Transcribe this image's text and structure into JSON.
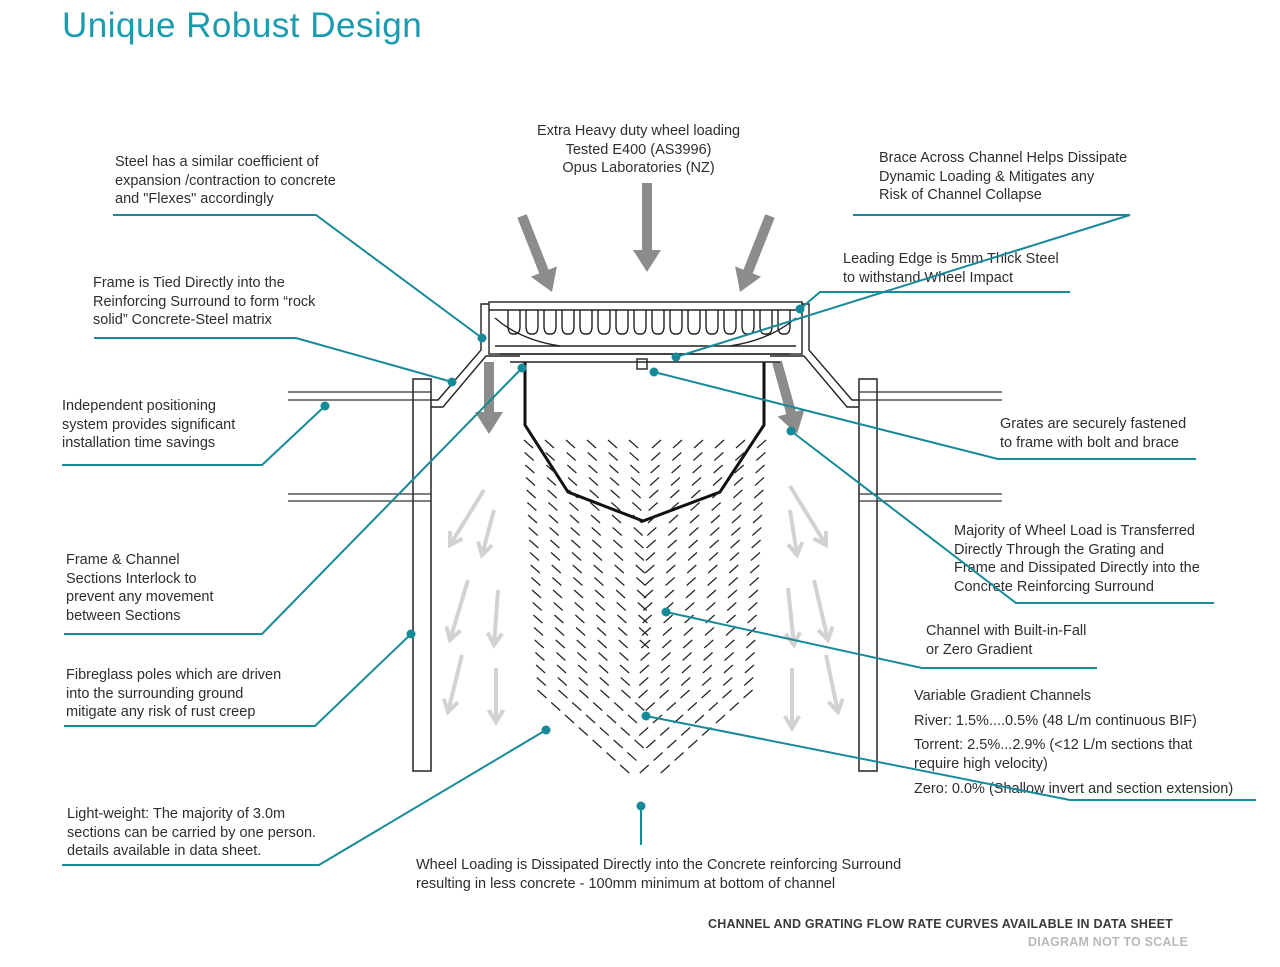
{
  "title": "Unique Robust Design",
  "labels": {
    "wheel_loading": [
      "Extra Heavy duty wheel loading",
      "Tested E400 (AS3996)",
      "Opus Laboratories (NZ)"
    ],
    "steel_expansion": [
      "Steel has a similar coefficient of",
      "expansion /contraction to concrete",
      "and \"Flexes\" accordingly"
    ],
    "brace": [
      "Brace Across Channel Helps Dissipate",
      "Dynamic Loading & Mitigates any",
      "Risk of Channel Collapse"
    ],
    "leading_edge": [
      "Leading Edge is 5mm Thick Steel",
      "to withstand Wheel Impact"
    ],
    "frame_tied": [
      "Frame is Tied Directly into the",
      "Reinforcing Surround to form “rock",
      "solid” Concrete-Steel matrix"
    ],
    "positioning": [
      "Independent positioning",
      "system provides significant",
      "installation time savings"
    ],
    "grates_fastened": [
      "Grates are securely fastened",
      "to frame with bolt and brace"
    ],
    "wheel_load_transfer": [
      "Majority of Wheel Load is Transferred",
      "Directly Through the Grating and",
      "Frame and Dissipated Directly into the",
      "Concrete Reinforcing Surround"
    ],
    "interlock": [
      "Frame & Channel",
      "Sections  Interlock to",
      "prevent any movement",
      "between Sections"
    ],
    "built_in_fall": [
      "Channel with Built-in-Fall",
      "or Zero Gradient"
    ],
    "fibreglass": [
      "Fibreglass poles which are driven",
      "into the surrounding ground",
      "mitigate any risk of rust creep"
    ],
    "variable_gradient": [
      "Variable Gradient Channels"
    ],
    "river": [
      "River: 1.5%....0.5% (48 L/m continuous BIF)"
    ],
    "torrent": [
      "Torrent: 2.5%...2.9% (<12 L/m sections that",
      "require high velocity)"
    ],
    "zero": [
      "Zero: 0.0% (Shallow invert and section extension)"
    ],
    "lightweight": [
      "Light-weight: The majority of 3.0m",
      "sections can be carried by one person.",
      "details available in data sheet."
    ],
    "dissipated": [
      "Wheel Loading is Dissipated Directly into the Concrete reinforcing Surround",
      "resulting in less concrete - 100mm minimum at bottom of channel"
    ]
  },
  "footer": {
    "note1": "CHANNEL AND GRATING FLOW RATE CURVES AVAILABLE IN DATA SHEET",
    "note2": "DIAGRAM NOT TO SCALE"
  },
  "colors": {
    "accent": "#1a9bb0",
    "callout": "#178a99",
    "arrow_dark": "#8c8c8c",
    "arrow_light": "#d2d2d2",
    "line": "#222222"
  }
}
